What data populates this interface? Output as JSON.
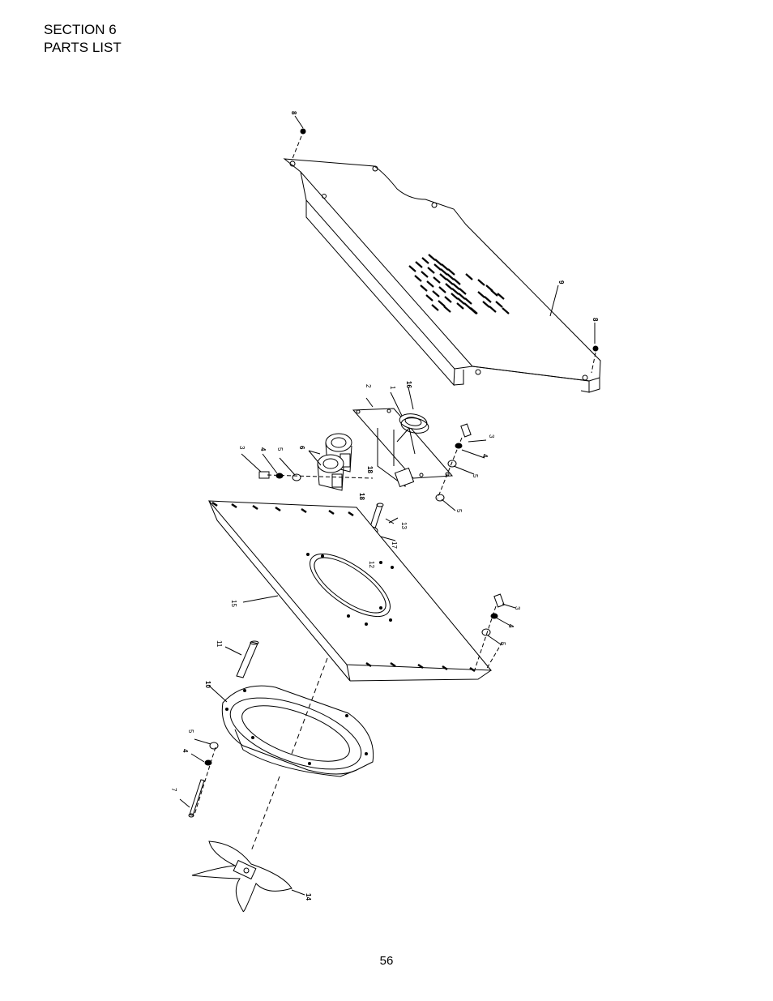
{
  "header": {
    "section": "SECTION 6",
    "title": "PARTS LIST"
  },
  "page_number": "56",
  "callouts": {
    "c8_top": "8",
    "c9": "9",
    "c8_right": "8",
    "c2": "2",
    "c1": "1",
    "c16": "16",
    "c3_left": "3",
    "c4_left": "4",
    "c5_left": "5",
    "c6": "6",
    "c18_a": "18",
    "c18_b": "18",
    "c3_right": "3",
    "c4_right": "4",
    "c5_right": "5",
    "c5_mid": "5",
    "c13": "13",
    "c17": "17",
    "c12": "12",
    "c15": "15",
    "c3_low": "3",
    "c4_low": "4",
    "c5_low": "5",
    "c11": "11",
    "c10": "10",
    "c5_ring": "5",
    "c4_ring": "4",
    "c7": "7",
    "c14": "14"
  }
}
